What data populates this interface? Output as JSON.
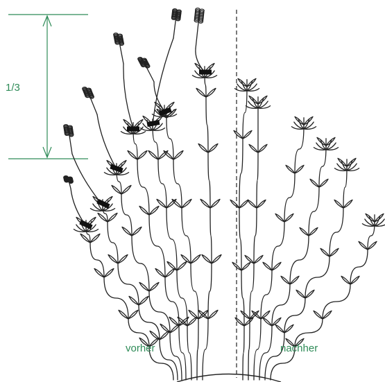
{
  "labels": {
    "fraction": "1/3",
    "before": "vorher",
    "after": "nachher"
  },
  "colors": {
    "accent": "#2e8b57",
    "ink": "#222222",
    "cut_mark": "#111111"
  },
  "icons": {
    "measure": "arrow-up-down",
    "cut": "cut-mark",
    "flower": "lavender-flower-spike",
    "leaf": "leaf-whorl"
  }
}
